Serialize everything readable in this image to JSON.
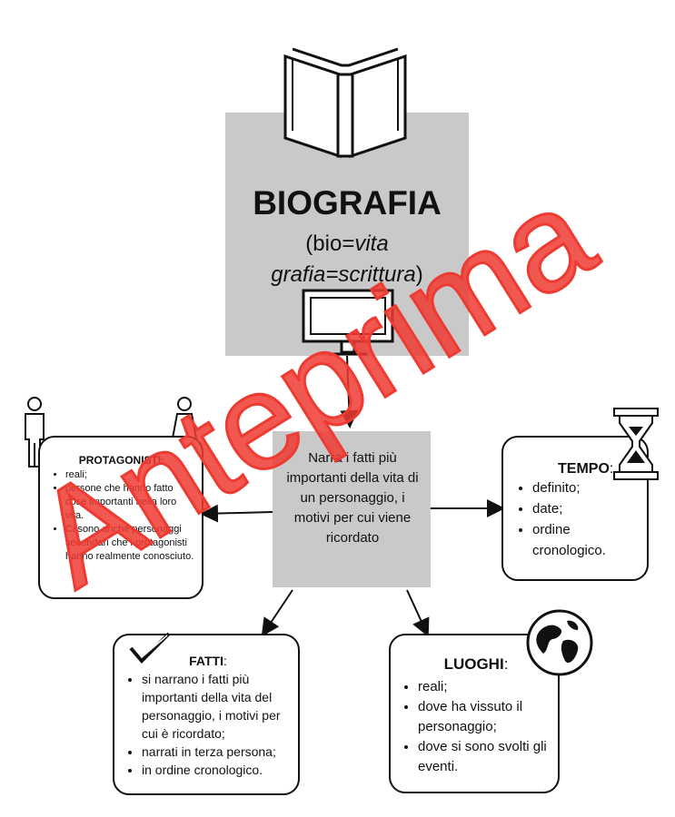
{
  "header": {
    "title": "BIOGRAFIA",
    "subtitle_open": "(bio=",
    "subtitle_vita": "vita",
    "subtitle_grafia": "grafia=scrittura",
    "subtitle_close": ")"
  },
  "center": {
    "text": "Narra i fatti più importanti della vita di un personaggio, i motivi per cui viene ricordato"
  },
  "protagonisti": {
    "title": "PROTAGONISTI",
    "colon": ":",
    "items": [
      "reali;",
      "persone che hanno fatto cose importanti nella loro vita.",
      "Ci sono anche personaggi secondari che i protagonisti hanno realmente conosciuto."
    ]
  },
  "tempo": {
    "title": "TEMPO",
    "colon": ":",
    "items": [
      "definito;",
      "date;",
      "ordine cronologico."
    ]
  },
  "fatti": {
    "title": "FATTI",
    "colon": ":",
    "items": [
      "si narrano i fatti più importanti della vita del personaggio, i motivi per cui è ricordato;",
      "narrati in terza persona;",
      "in ordine cronologico."
    ]
  },
  "luoghi": {
    "title": "LUOGHI",
    "colon": ":",
    "items": [
      "reali;",
      "dove ha vissuto il personaggio;",
      "dove si sono svolti gli eventi."
    ]
  },
  "watermark": {
    "text": "Anteprima",
    "color": "#ee3b32"
  },
  "icons": [
    "book-icon",
    "monitor-icon",
    "man-icon",
    "woman-icon",
    "hourglass-icon",
    "checkmark-icon",
    "globe-icon"
  ],
  "colors": {
    "panel_gray": "#c9c9c9",
    "border": "#111111"
  }
}
